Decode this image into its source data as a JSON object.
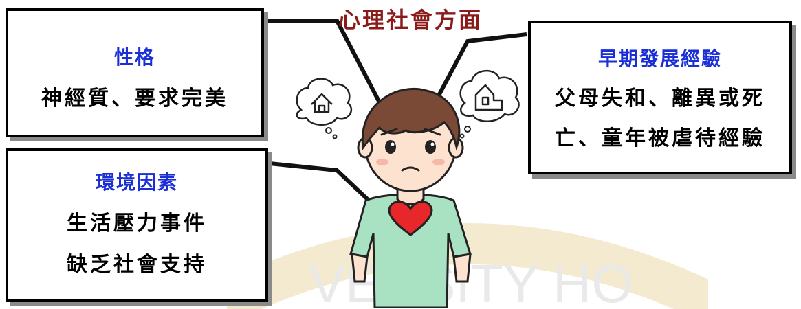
{
  "title": "心理社會方面",
  "boxes": {
    "personality": {
      "title": "性格",
      "lines": [
        "神經質、要求完美"
      ]
    },
    "environment": {
      "title": "環境因素",
      "lines": [
        "生活壓力事件",
        "缺乏社會支持"
      ]
    },
    "early_experience": {
      "title": "早期發展經驗",
      "lines": [
        "父母失和、離異或死",
        "亡、童年被虐待經驗"
      ]
    }
  },
  "watermark_text": "VERSITY HO",
  "colors": {
    "title": "#8b1a1a",
    "box_title": "#1a2fd6",
    "watermark": "#f1e6c9",
    "shirt": "#a8e2c2",
    "heart": "#e8272b",
    "hair": "#7a4a36",
    "skin": "#fde2cf"
  },
  "icons": [
    "house-thought-icon",
    "building-thought-icon",
    "heart-icon"
  ]
}
